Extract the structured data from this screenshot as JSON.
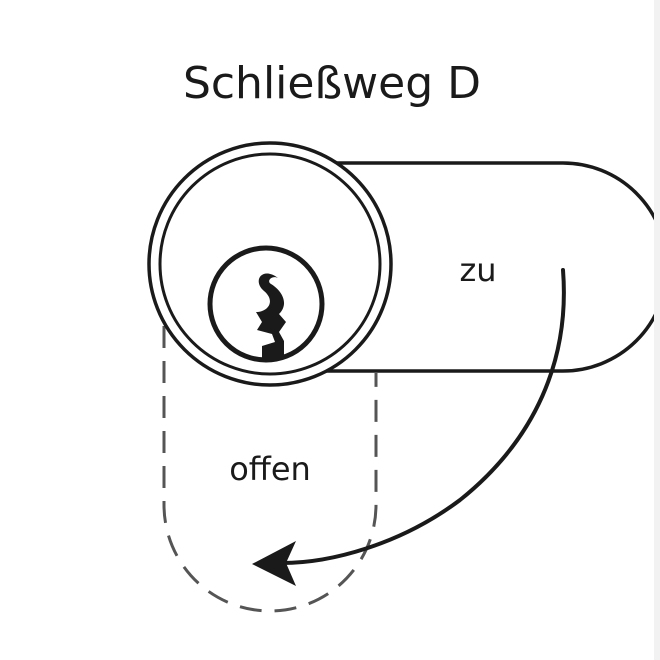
{
  "title": "Schließweg D",
  "labels": {
    "closed": "zu",
    "open": "offen"
  },
  "colors": {
    "stroke": "#1a1a1a",
    "dashed": "#555555",
    "background": "#ffffff"
  },
  "icons": {
    "cylinder": "lock-cylinder-icon",
    "keyhole": "keyhole-icon",
    "arrow": "curved-arrow-icon"
  }
}
